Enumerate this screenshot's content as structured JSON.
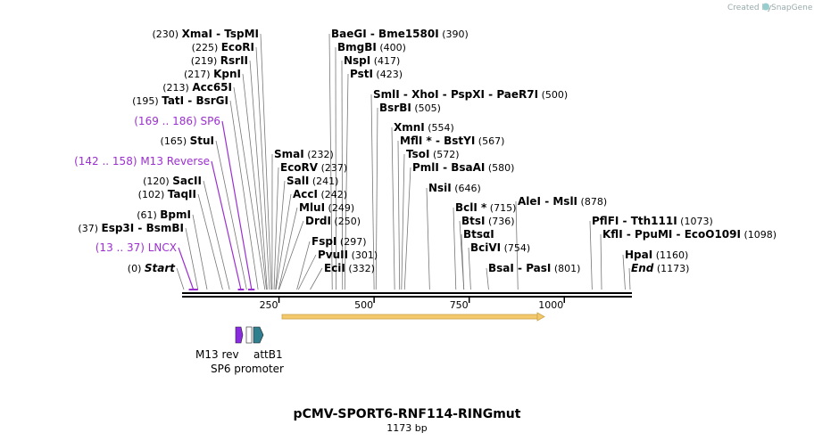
{
  "watermark": {
    "created_by": "Created by",
    "brand": "SnapGene"
  },
  "title": "pCMV-SPORT6-RNF114-RINGmut",
  "subtitle": "1173 bp",
  "axis": {
    "length": 1173,
    "ticks": [
      250,
      500,
      750,
      1000
    ]
  },
  "colors": {
    "purple": "#9b30d0",
    "orf": "#f3c96b",
    "orf_edge": "#caa24a",
    "m13": "#8a2be2",
    "attb": "#2f7f8f"
  },
  "left_labels": [
    {
      "pos": "(230)",
      "names": [
        "XmaI",
        "TspMI"
      ],
      "bp": 230
    },
    {
      "pos": "(225)",
      "names": [
        "EcoRI"
      ],
      "bp": 225
    },
    {
      "pos": "(219)",
      "names": [
        "RsrII"
      ],
      "bp": 219
    },
    {
      "pos": "(217)",
      "names": [
        "KpnI"
      ],
      "bp": 217
    },
    {
      "pos": "(213)",
      "names": [
        "Acc65I"
      ],
      "bp": 213
    },
    {
      "pos": "(195)",
      "names": [
        "TatI",
        "BsrGI"
      ],
      "bp": 195
    },
    {
      "pos": "(169 .. 186)",
      "names": [
        "SP6"
      ],
      "bp": 178,
      "purple": true
    },
    {
      "pos": "(165)",
      "names": [
        "StuI"
      ],
      "bp": 165
    },
    {
      "pos": "(142 .. 158)",
      "names": [
        "M13 Reverse"
      ],
      "bp": 150,
      "purple": true
    },
    {
      "pos": "(120)",
      "names": [
        "SacII"
      ],
      "bp": 120
    },
    {
      "pos": "(102)",
      "names": [
        "TaqII"
      ],
      "bp": 102
    },
    {
      "pos": "(61)",
      "names": [
        "BpmI"
      ],
      "bp": 61
    },
    {
      "pos": "(37)",
      "names": [
        "Esp3I",
        "BsmBI"
      ],
      "bp": 37
    },
    {
      "pos": "(13 .. 37)",
      "names": [
        "LNCX"
      ],
      "bp": 25,
      "purple": true
    },
    {
      "pos": "(0)",
      "names": [
        "Start"
      ],
      "bp": 0,
      "italic": true
    }
  ],
  "mid_labels": [
    {
      "names": [
        "SmaI"
      ],
      "pos": "(232)",
      "bp": 232
    },
    {
      "names": [
        "EcoRV"
      ],
      "pos": "(237)",
      "bp": 237
    },
    {
      "names": [
        "SalI"
      ],
      "pos": "(241)",
      "bp": 241
    },
    {
      "names": [
        "AccI"
      ],
      "pos": "(242)",
      "bp": 242
    },
    {
      "names": [
        "MluI"
      ],
      "pos": "(249)",
      "bp": 249
    },
    {
      "names": [
        "DrdI"
      ],
      "pos": "(250)",
      "bp": 250
    },
    {
      "names": [
        "FspI"
      ],
      "pos": "(297)",
      "bp": 297
    },
    {
      "names": [
        "PvuII"
      ],
      "pos": "(301)",
      "bp": 301
    },
    {
      "names": [
        "EciI"
      ],
      "pos": "(332)",
      "bp": 332
    }
  ],
  "upper_labels": [
    {
      "names": [
        "BaeGI",
        "Bme1580I"
      ],
      "pos": "(390)",
      "bp": 390
    },
    {
      "names": [
        "BmgBI"
      ],
      "pos": "(400)",
      "bp": 400
    },
    {
      "names": [
        "NspI"
      ],
      "pos": "(417)",
      "bp": 417
    },
    {
      "names": [
        "PstI"
      ],
      "pos": "(423)",
      "bp": 423
    },
    {
      "names": [
        "SmlI",
        "XhoI",
        "PspXI",
        "PaeR7I"
      ],
      "pos": "(500)",
      "bp": 500
    },
    {
      "names": [
        "BsrBI"
      ],
      "pos": "(505)",
      "bp": 505
    },
    {
      "names": [
        "XmnI"
      ],
      "pos": "(554)",
      "bp": 554
    },
    {
      "names": [
        "MflI *",
        "BstYI"
      ],
      "pos": "(567)",
      "bp": 567
    },
    {
      "names": [
        "TsoI"
      ],
      "pos": "(572)",
      "bp": 572
    },
    {
      "names": [
        "PmlI",
        "BsaAI"
      ],
      "pos": "(580)",
      "bp": 580
    },
    {
      "names": [
        "NsiI"
      ],
      "pos": "(646)",
      "bp": 646
    },
    {
      "names": [
        "BclI *"
      ],
      "pos": "(715)",
      "bp": 715
    },
    {
      "names": [
        "BtsI"
      ],
      "pos": "(736)",
      "bp": 736
    },
    {
      "names": [
        "BtsαI"
      ],
      "pos": "",
      "bp": 736
    },
    {
      "names": [
        "BciVI"
      ],
      "pos": "(754)",
      "bp": 754
    },
    {
      "names": [
        "BsaI",
        "PasI"
      ],
      "pos": "(801)",
      "bp": 801
    },
    {
      "names": [
        "AleI",
        "MslI"
      ],
      "pos": "(878)",
      "bp": 878
    },
    {
      "names": [
        "PflFI",
        "Tth111I"
      ],
      "pos": "(1073)",
      "bp": 1073
    },
    {
      "names": [
        "KflI",
        "PpuMI",
        "EcoO109I"
      ],
      "pos": "(1098)",
      "bp": 1098
    },
    {
      "names": [
        "HpaI"
      ],
      "pos": "(1160)",
      "bp": 1160
    },
    {
      "names": [
        "End"
      ],
      "pos": "(1173)",
      "bp": 1173,
      "italic": true
    }
  ],
  "features": {
    "m13rev": "M13 rev",
    "attb1": "attB1",
    "sp6": "SP6 promoter"
  }
}
